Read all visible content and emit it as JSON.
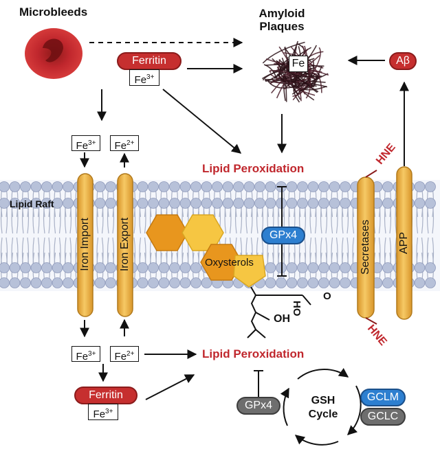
{
  "labels": {
    "microbleeds": "Microbleeds",
    "amyloid_plaques_line1": "Amyloid",
    "amyloid_plaques_line2": "Plaques",
    "fe_core": "Fe",
    "abeta": "Aβ",
    "ferritin_top": "Ferritin",
    "fe3_top": "Fe",
    "fe3_top_charge": "3+",
    "fe3_import_in": "Fe",
    "fe3_import_in_charge": "3+",
    "fe2_export_out": "Fe",
    "fe2_export_out_charge": "2+",
    "lipid_peroxidation_top": "Lipid Peroxidation",
    "lipid_raft": "Lipid Raft",
    "hne_top": "HNE",
    "hne_bottom": "HNE",
    "gpx4_membrane": "GPx4",
    "oxysterols": "Oxysterols",
    "oh": "OH",
    "hooc": "HO",
    "o_carbonyl": "O",
    "iron_import": "Iron Import",
    "iron_export": "Iron Export",
    "secretases": "Secretases",
    "app": "APP",
    "fe3_bottom": "Fe",
    "fe3_bottom_charge": "3+",
    "fe2_bottom": "Fe",
    "fe2_bottom_charge": "2+",
    "lipid_peroxidation_bottom": "Lipid Peroxidation",
    "ferritin_bottom": "Ferritin",
    "fe3_ferritin_bottom": "Fe",
    "fe3_ferritin_bottom_charge": "3+",
    "gpx4_bottom": "GPx4",
    "gsh_line1": "GSH",
    "gsh_line2": "Cycle",
    "gclm": "GCLM",
    "gclc": "GCLC"
  },
  "colors": {
    "red_text": "#c0272d",
    "ferritin_red": "#c62f2f",
    "gpx4_blue": "#2d7fd0",
    "gray": "#6e6e6e",
    "channel_orange": "#f0b54a",
    "lipid_head": "#b7c1d9",
    "hex_orange": "#e8961e",
    "hex_yellow": "#f6c642"
  }
}
